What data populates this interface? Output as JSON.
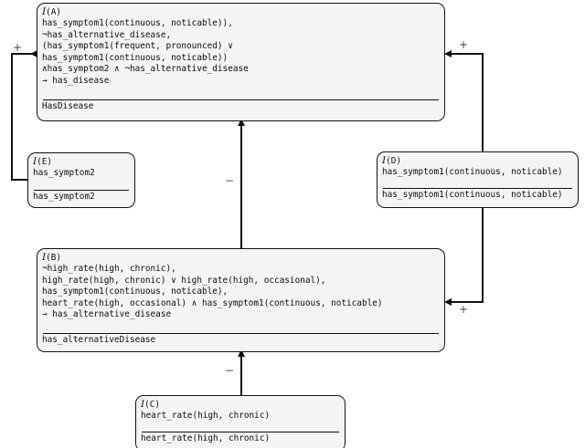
{
  "diagram": {
    "type": "argumentation-framework-graph",
    "background": "#ffffff",
    "node_fill": "#f4f4f4",
    "node_stroke": "#121212",
    "edge_color": "#101010",
    "label_color": "#444444"
  },
  "nodes": {
    "A": {
      "id": "A",
      "title_prefix": "I",
      "title_arg": "(A)",
      "premises": [
        "has_symptom1(continuous, noticable)),",
        "¬has_alternative_disease,",
        "(has_symptom1(frequent, pronounced)   ∨",
        "has_symptom1(continuous, noticable))",
        "           ∧has_symptom2 ∧ ¬has_alternative_disease",
        "           → has_disease"
      ],
      "conclusion": "HasDisease"
    },
    "E": {
      "id": "E",
      "title_prefix": "I",
      "title_arg": "(E)",
      "premises": [
        "has_symptom2"
      ],
      "conclusion": "has_symptom2"
    },
    "D": {
      "id": "D",
      "title_prefix": "I",
      "title_arg": "(D)",
      "premises": [
        "has_symptom1(continuous, noticable)"
      ],
      "conclusion": "has_symptom1(continuous, noticable)"
    },
    "B": {
      "id": "B",
      "title_prefix": "I",
      "title_arg": "(B)",
      "premises": [
        "¬high_rate(high, chronic),",
        "high_rate(high, chronic) ∨ high_rate(high, occasional),",
        "has_symptom1(continuous, noticable),",
        "heart_rate(high, occasional) ∧ has_symptom1(continuous, noticable)",
        "           → has_alternative_disease"
      ],
      "conclusion": "has_alternativeDisease"
    },
    "C": {
      "id": "C",
      "title_prefix": "I",
      "title_arg": "(C)",
      "premises": [
        "heart_rate(high, chronic)"
      ],
      "conclusion": "heart_rate(high, chronic)"
    }
  },
  "edges": [
    {
      "name": "E-to-A",
      "from": "E",
      "to": "A",
      "label": "+",
      "polarity": "support"
    },
    {
      "name": "D-to-A",
      "from": "D",
      "to": "A",
      "label": "+",
      "polarity": "support"
    },
    {
      "name": "D-to-B",
      "from": "D",
      "to": "B",
      "label": "+",
      "polarity": "support"
    },
    {
      "name": "B-to-A",
      "from": "B",
      "to": "A",
      "label": "−",
      "polarity": "attack"
    },
    {
      "name": "C-to-B",
      "from": "C",
      "to": "B",
      "label": "−",
      "polarity": "attack"
    }
  ]
}
